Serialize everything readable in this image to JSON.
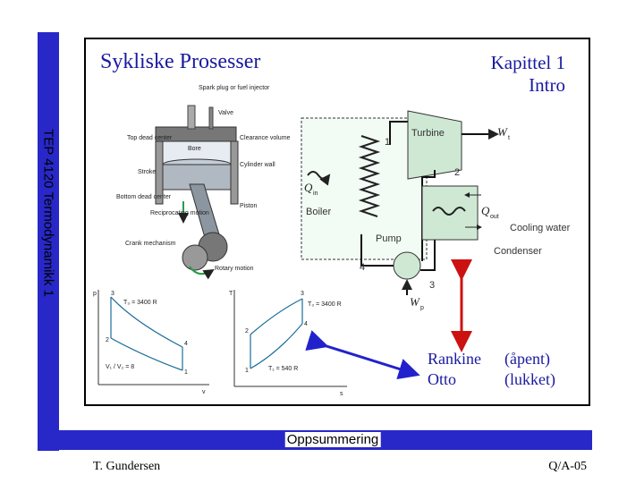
{
  "slide": {
    "side_label": "TEP 4120 Termodynamikk 1",
    "title": "Sykliske Prosesser",
    "chapter_line1": "Kapittel 1",
    "chapter_line2": "Intro",
    "section": "Oppsummering",
    "author": "T. Gundersen",
    "page": "Q/A-05",
    "colors": {
      "accent_bar": "#2828c8",
      "title_text": "#1a1aa0",
      "arrow": "#2222cc",
      "arrow_red": "#cc1111"
    }
  },
  "legend": {
    "row1_name": "Rankine",
    "row1_type": "(åpent)",
    "row2_name": "Otto",
    "row2_type": "(lukket)"
  },
  "engine_labels": {
    "spark_plug": "Spark plug or fuel injector",
    "valve": "Valve",
    "top_dead_center": "Top dead center",
    "clearance_volume": "Clearance volume",
    "bore": "Bore",
    "stroke": "Stroke",
    "cylinder_wall": "Cylinder wall",
    "bottom_dead_center": "Bottom dead center",
    "piston": "Piston",
    "reciprocating_motion": "Reciprocating motion",
    "crank_mechanism": "Crank mechanism",
    "rotary_motion": "Rotary motion"
  },
  "rankine_labels": {
    "turbine": "Turbine",
    "wt": "W",
    "wt_sub": "t",
    "qin": "Q",
    "qin_sub": "in",
    "boiler": "Boiler",
    "qout": "Q",
    "qout_sub": "out",
    "cooling_water": "Cooling water",
    "pump": "Pump",
    "condenser": "Condenser",
    "wp": "W",
    "wp_sub": "p",
    "s1": "1",
    "s2": "2",
    "s3": "3",
    "s4": "4"
  },
  "pv_labels": {
    "p_axis": "p",
    "v_axis": "v",
    "t3": "T₃ = 3400 R",
    "v_ratio": "V₁ / V₂ = 8",
    "n1": "1",
    "n2": "2",
    "n3": "3",
    "n4": "4"
  },
  "ts_labels": {
    "t_axis": "T",
    "s_axis": "s",
    "t1_top": "T₃ = 3400 R",
    "t1_bottom": "T₁ = 540 R",
    "n1": "1",
    "n2": "2",
    "n3": "3",
    "n4": "4"
  }
}
